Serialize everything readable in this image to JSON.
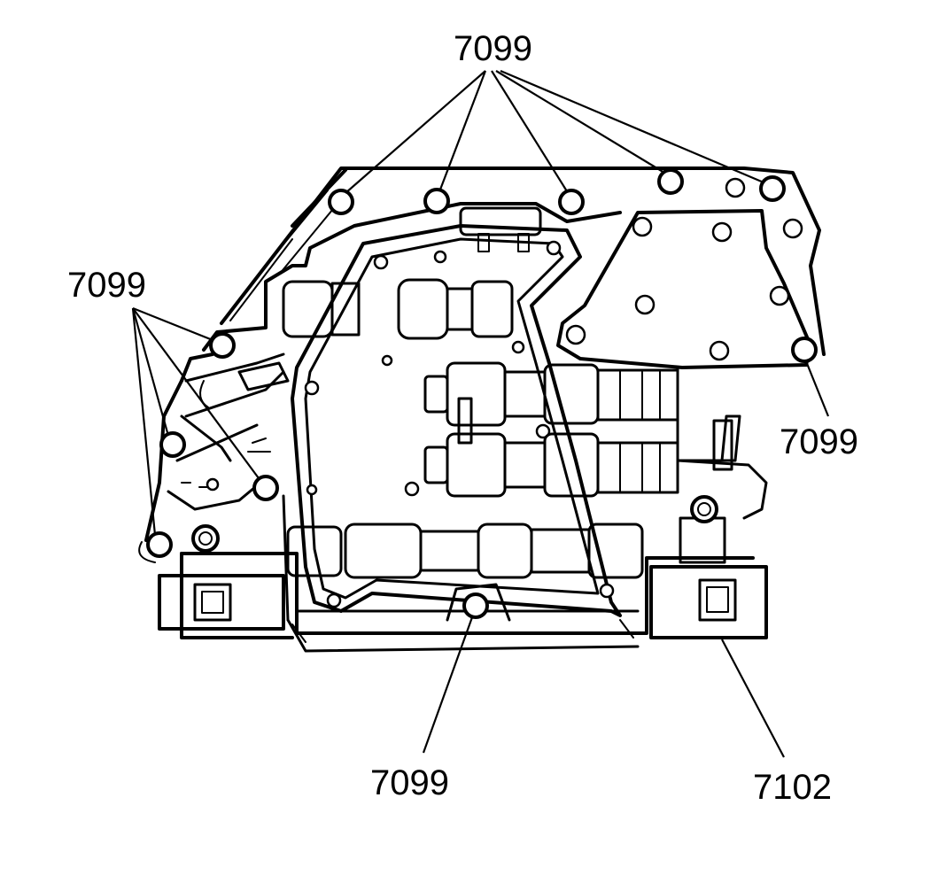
{
  "callouts": {
    "top": "7099",
    "left": "7099",
    "right": "7099",
    "bottom": "7099",
    "solenoid": "7102"
  },
  "colors": {
    "ink": "#000000",
    "paper": "#ffffff"
  }
}
